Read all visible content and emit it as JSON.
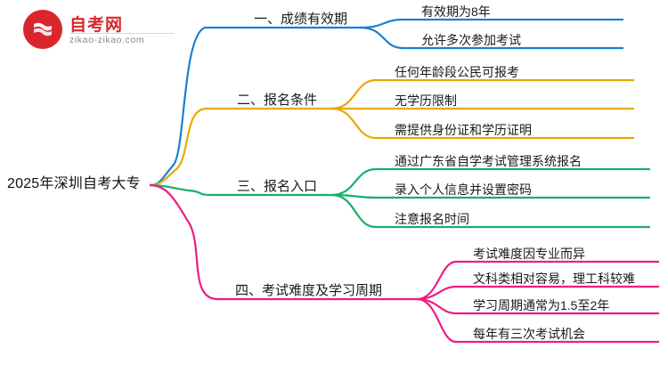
{
  "logo": {
    "name": "自考网",
    "domain": "zikao-zikao.com",
    "mark_color": "#d9262c",
    "icon": "swoosh-icon"
  },
  "diagram": {
    "type": "mindmap",
    "root": "2025年深圳自考大专",
    "branches": [
      {
        "label": "一、成绩有效期",
        "color": "#1a7fd4",
        "children": [
          "有效期为8年",
          "允许多次参加考试"
        ]
      },
      {
        "label": "二、报名条件",
        "color": "#e9a900",
        "children": [
          "任何年龄段公民可报考",
          "无学历限制",
          "需提供身份证和学历证明"
        ]
      },
      {
        "label": "三、报名入口",
        "color": "#16b06a",
        "children": [
          "通过广东省自学考试管理系统报名",
          "录入个人信息并设置密码",
          "注意报名时间"
        ]
      },
      {
        "label": "四、考试难度及学习周期",
        "color": "#ec1d86",
        "children": [
          "考试难度因专业而异",
          "文科类相对容易，理工科较难",
          "学习周期通常为1.5至2年",
          "每年有三次考试机会"
        ]
      }
    ]
  }
}
